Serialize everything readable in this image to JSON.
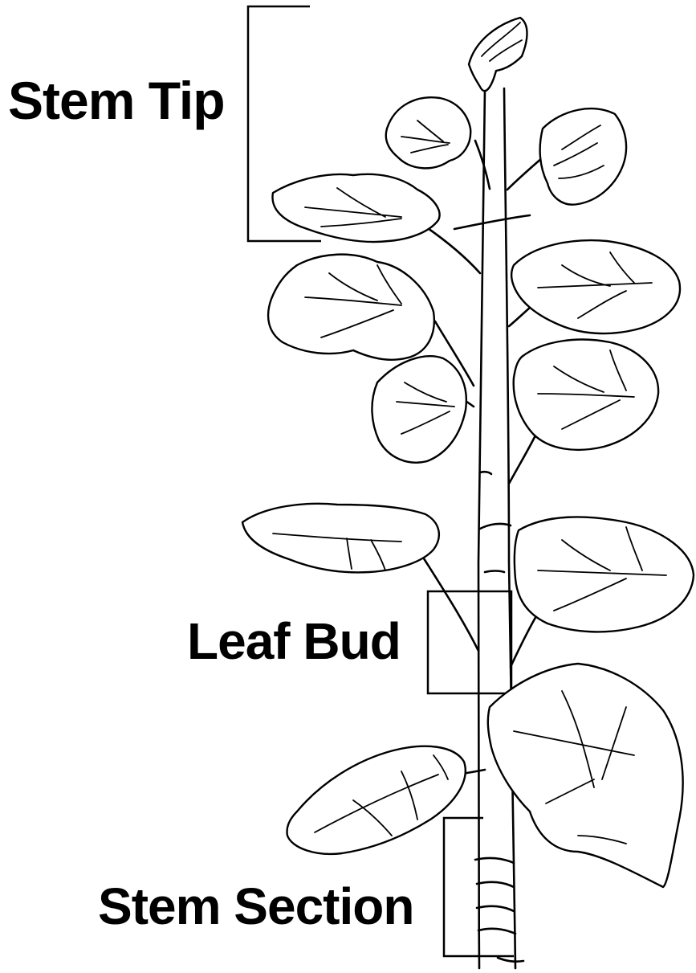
{
  "diagram": {
    "labels": {
      "stem_tip": "Stem Tip",
      "leaf_bud": "Leaf Bud",
      "stem_section": "Stem Section"
    },
    "colors": {
      "ink": "#000000",
      "background": "#ffffff"
    }
  }
}
